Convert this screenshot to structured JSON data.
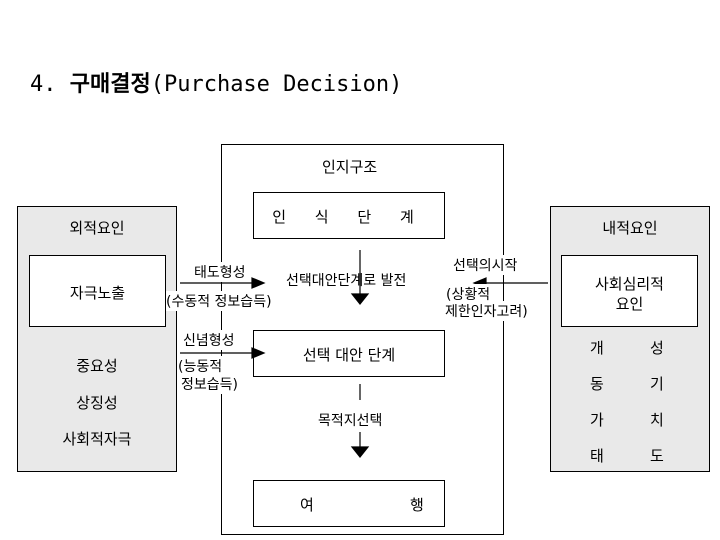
{
  "title": {
    "number": "4.",
    "korean": "구매결정",
    "english": "(Purchase  Decision)"
  },
  "cognitive_structure": {
    "label": "인지구조",
    "stage_recognition": "인 식 단 계",
    "stage_development": "선택대안단계로 발전",
    "stage_choice": "선택 대안 단계",
    "destination_choice": "목적지선택",
    "stage_travel_left": "여",
    "stage_travel_right": "행"
  },
  "external_factors": {
    "label": "외적요인",
    "stimulus_exposure": "자극노출",
    "items": [
      "중요성",
      "상징성",
      "사회적자극"
    ]
  },
  "internal_factors": {
    "label": "내적요인",
    "psychosocial_line1": "사회심리적",
    "psychosocial_line2": "요인",
    "items_left": [
      "개",
      "동",
      "가",
      "태"
    ],
    "items_right": [
      "성",
      "기",
      "치",
      "도"
    ]
  },
  "arrows": {
    "attitude_formation": "태도형성",
    "passive_info": "(수동적 정보습득)",
    "belief_formation": "신념형성",
    "active_info_line1": "(능동적",
    "active_info_line2": "정보습득)",
    "choice_start": "선택의시작",
    "situational_line1": "(상황적",
    "situational_line2": "제한인자고려)"
  }
}
